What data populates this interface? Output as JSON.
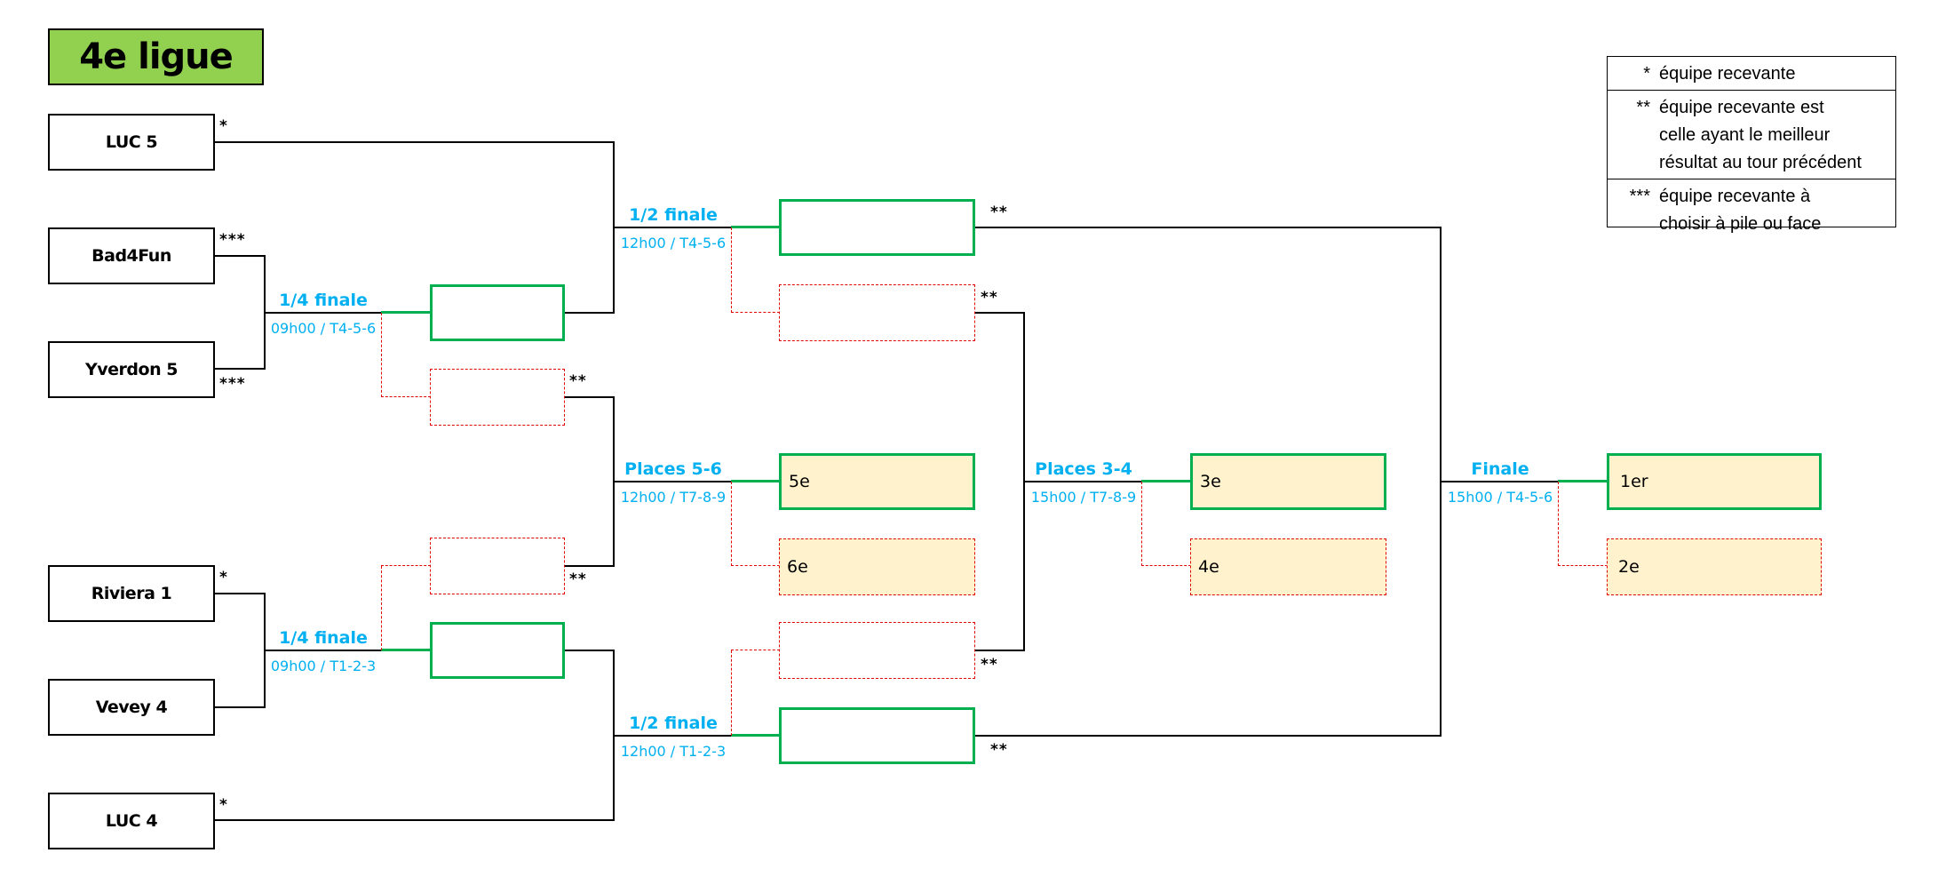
{
  "title": "4e ligue",
  "teams": [
    {
      "name": "LUC 5",
      "mark": "*"
    },
    {
      "name": "Bad4Fun",
      "mark": "***"
    },
    {
      "name": "Yverdon 5",
      "mark": "***"
    },
    {
      "name": "Riviera 1",
      "mark": "*"
    },
    {
      "name": "Vevey 4",
      "mark": ""
    },
    {
      "name": "LUC 4",
      "mark": "*"
    }
  ],
  "rounds": {
    "qf1": {
      "label": "1/4 finale",
      "time": "09h00 / T4-5-6",
      "loser_mark": "**"
    },
    "qf2": {
      "label": "1/4 finale",
      "time": "09h00 / T1-2-3",
      "loser_mark": "**"
    },
    "sf1": {
      "label": "1/2 finale",
      "time": "12h00 / T4-5-6",
      "winner_mark": "**",
      "loser_mark": "**"
    },
    "sf2": {
      "label": "1/2 finale",
      "time": "12h00 / T1-2-3",
      "winner_mark": "**",
      "loser_mark": "**"
    },
    "p56": {
      "label": "Places 5-6",
      "time": "12h00 / T7-8-9",
      "winner": "5e",
      "loser": "6e"
    },
    "p34": {
      "label": "Places 3-4",
      "time": "15h00 / T7-8-9",
      "winner": "3e",
      "loser": "4e"
    },
    "final": {
      "label": "Finale",
      "time": "15h00 / T4-5-6",
      "winner": "1er",
      "loser": "2e"
    }
  },
  "legend": [
    {
      "key": "*",
      "lines": [
        "équipe recevante"
      ]
    },
    {
      "key": "**",
      "lines": [
        "équipe recevante est",
        "celle ayant le meilleur",
        "résultat au tour précédent"
      ]
    },
    {
      "key": "***",
      "lines": [
        "équipe recevante à",
        "choisir à pile ou face"
      ]
    }
  ],
  "colors": {
    "title_bg": "#92d050",
    "winner_border": "#00b050",
    "loser_border": "#e00000",
    "round_label": "#00b0f0",
    "placement_bg": "#fff2cc"
  }
}
